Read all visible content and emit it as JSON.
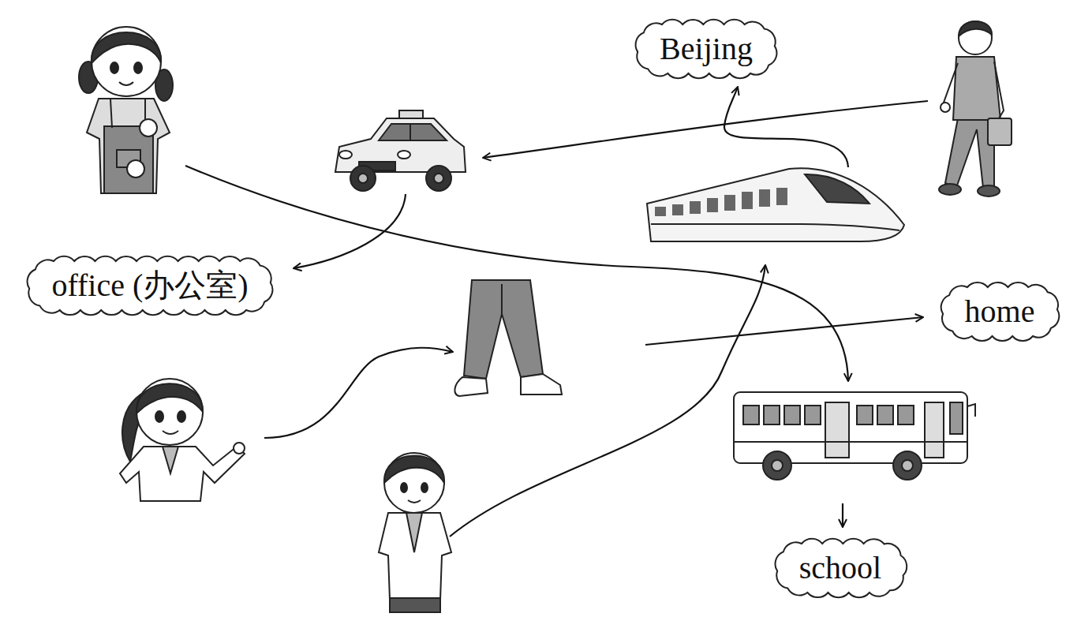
{
  "diagram": {
    "nodes": [
      {
        "text": [
          "Beijing"
        ]
      },
      {
        "text": [
          "office (办公室)"
        ]
      },
      {
        "text": [
          "home"
        ]
      },
      {
        "text": [
          "school"
        ]
      }
    ]
  }
}
